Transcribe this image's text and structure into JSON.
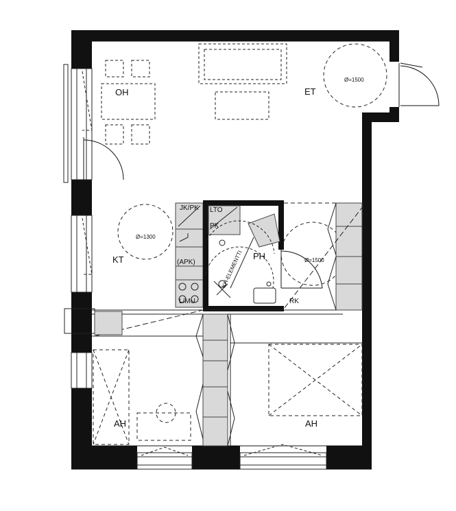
{
  "rooms": {
    "oh": "OH",
    "et": "ET",
    "kt": "KT",
    "ph": "PH",
    "ah_left": "AH",
    "ah_right": "AH"
  },
  "fixtures": {
    "jk_pk": "JK/PK",
    "lto": "LTO",
    "pk": "PK",
    "apk": "(APK)",
    "liesi": "L/MU",
    "rk": "RK",
    "kh_element": "KH-ELEMENTTI"
  },
  "turning_circles": {
    "et": "Ø=1500",
    "kt": "Ø=1300",
    "ph": "Ø=1500"
  },
  "colors": {
    "wall": "#111111",
    "line": "#222222",
    "furniture_fill": "#d9d9d9",
    "furniture_line": "#444444"
  }
}
